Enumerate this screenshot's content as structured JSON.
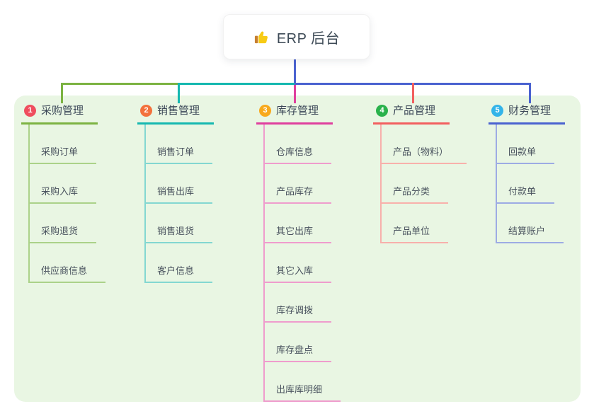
{
  "root": {
    "icon": "thumbs-up",
    "label": "ERP 后台"
  },
  "branches": [
    {
      "number": "1",
      "label": "采购管理",
      "badge_color": "#ef4e5e",
      "line_color": "#7cb342",
      "light_color": "#abd289",
      "children": [
        "采购订单",
        "采购入库",
        "采购退货",
        "供应商信息"
      ]
    },
    {
      "number": "2",
      "label": "销售管理",
      "badge_color": "#f3713c",
      "line_color": "#15b8b0",
      "light_color": "#83d7d1",
      "children": [
        "销售订单",
        "销售出库",
        "销售退货",
        "客户信息"
      ]
    },
    {
      "number": "3",
      "label": "库存管理",
      "badge_color": "#f8a91c",
      "line_color": "#df3f9e",
      "light_color": "#ef9ccd",
      "children": [
        "仓库信息",
        "产品库存",
        "其它出库",
        "其它入库",
        "库存调拨",
        "库存盘点",
        "出库库明细"
      ]
    },
    {
      "number": "4",
      "label": "产品管理",
      "badge_color": "#2ab24c",
      "line_color": "#f25f5f",
      "light_color": "#f8b0ab",
      "children": [
        "产品（物料）",
        "产品分类",
        "产品单位"
      ]
    },
    {
      "number": "5",
      "label": "财务管理",
      "badge_color": "#33b4e9",
      "line_color": "#4a62d0",
      "light_color": "#9dabe4",
      "children": [
        "回款单",
        "付款单",
        "结算账户"
      ]
    }
  ],
  "colors": {
    "panel_background": "#e9f6e3",
    "root_trunk": "#4a62d0",
    "title_text": "#3d4a56",
    "branch_text": "#3c4858",
    "child_text": "#49525e",
    "thumb_hand": "#f7cb15",
    "thumb_cuff": "#c77f2f"
  }
}
